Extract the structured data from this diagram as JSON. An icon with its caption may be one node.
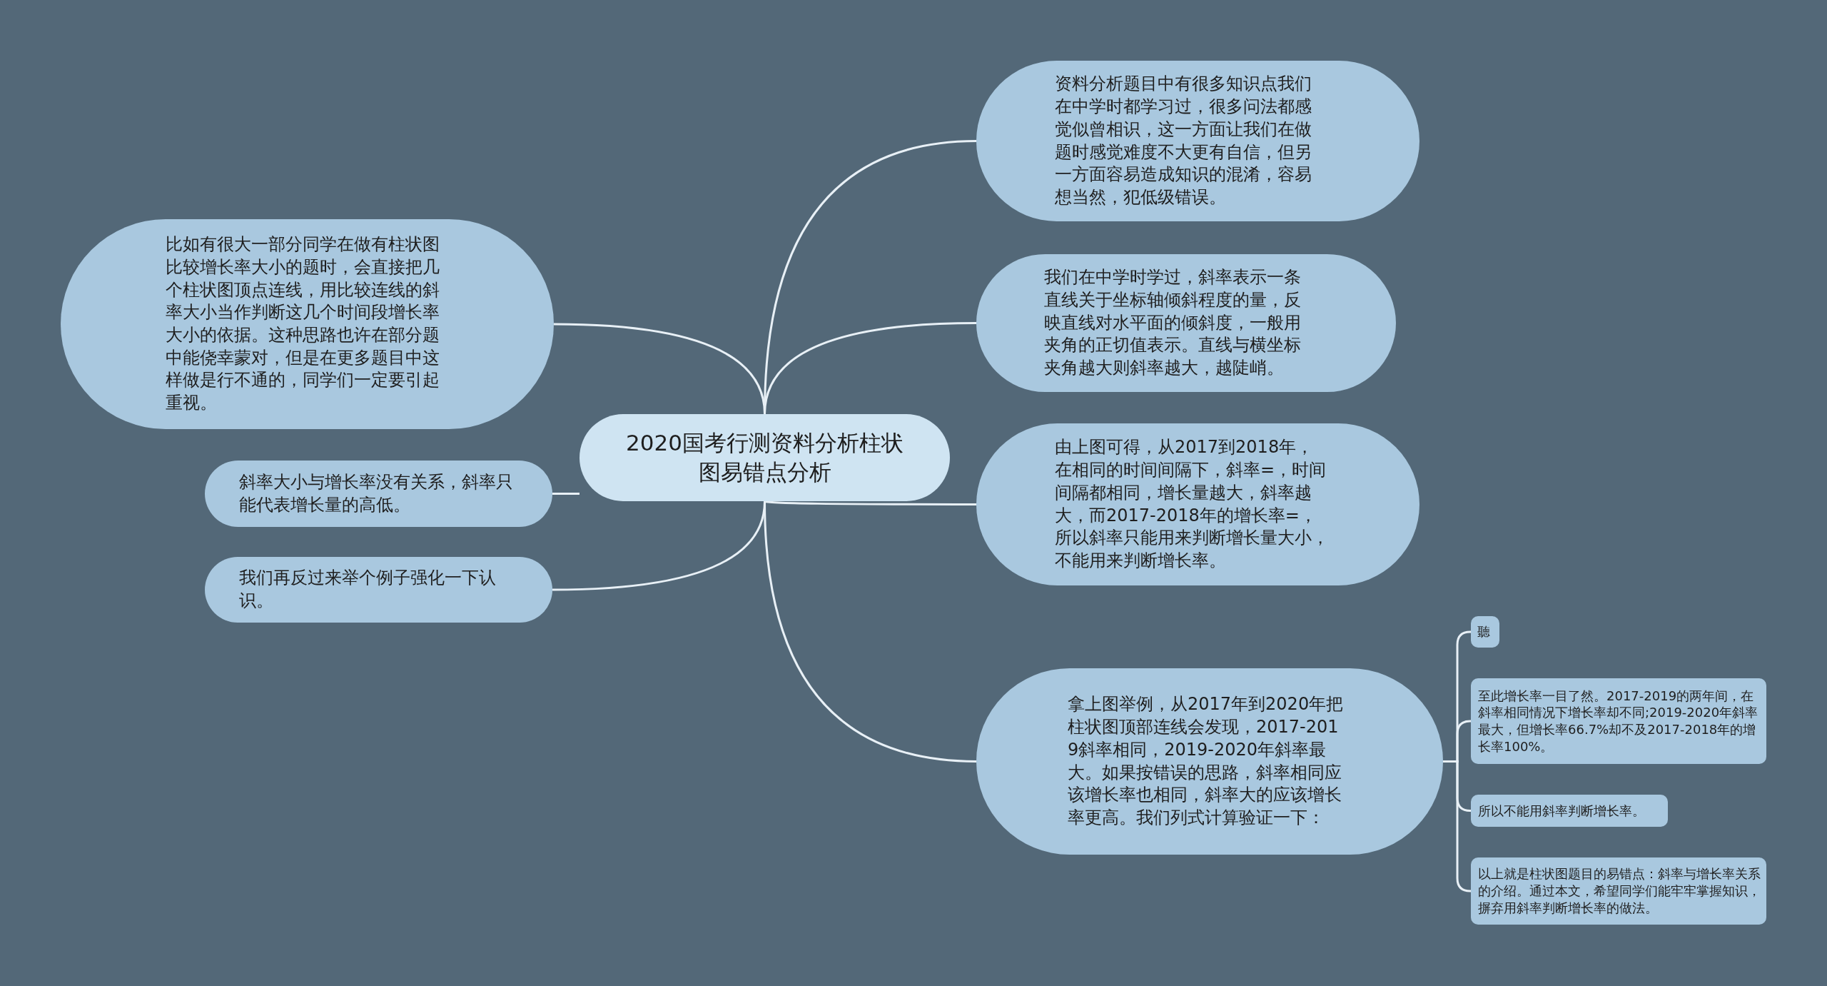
{
  "diagram": {
    "nodes": [
      {
        "text": [
          "2020国考行测资料分析柱状图易错点分析"
        ]
      },
      {
        "text": [
          "资料分析题目中有很多知识点我们在中学时都学习过，很多问法都感觉似曾相识，这一方面让我们在做题时感觉难度不大更有自信，但另一方面容易造成知识的混淆，容易想当然，犯低级错误。"
        ]
      },
      {
        "text": [
          "我们在中学时学过，斜率表示一条直线关于坐标轴倾斜程度的量，反映直线对水平面的倾斜度，一般用夹角的正切值表示。直线与横坐标夹角越大则斜率越大，越陡峭。"
        ]
      },
      {
        "text": [
          "由上图可得，从2017到2018年，在相同的时间间隔下，斜率=，时间间隔都相同，增长量越大，斜率越大，而2017-2018年的增长率=，所以斜率只能用来判断增长量大小，不能用来判断增长率。"
        ]
      },
      {
        "text": [
          "拿上图举例，从2017年到2020年把柱状图顶部连线会发现，2017-2019斜率相同，2019-2020年斜率最大。如果按错误的思路，斜率相同应该增长率也相同，斜率大的应该增长率更高。我们列式计算验证一下："
        ]
      },
      {
        "text": [
          "聽"
        ]
      },
      {
        "text": [
          "至此增长率一目了然。2017-2019的两年间，在斜率相同情况下增长率却不同;2019-2020年斜率最大，但增长率66.7%却不及2017-2018年的增长率100%。"
        ]
      },
      {
        "text": [
          "所以不能用斜率判断增长率。"
        ]
      },
      {
        "text": [
          "以上就是柱状图题目的易错点：斜率与增长率关系的介绍。通过本文，希望同学们能牢牢掌握知识，摒弃用斜率判断增长率的做法。"
        ]
      },
      {
        "text": [
          "比如有很大一部分同学在做有柱状图比较增长率大小的题时，会直接把几个柱状图顶点连线，用比较连线的斜率大小当作判断这几个时间段增长率大小的依据。这种思路也许在部分题中能侥幸蒙对，但是在更多题目中这样做是行不通的，同学们一定要引起重视。"
        ]
      },
      {
        "text": [
          "斜率大小与增长率没有关系，斜率只能代表增长量的高低。"
        ]
      },
      {
        "text": [
          "我们再反过来举个例子强化一下认识。"
        ]
      }
    ],
    "edges": [
      {
        "from": 0,
        "to": 1,
        "arrow": "none"
      },
      {
        "from": 0,
        "to": 2,
        "arrow": "none"
      },
      {
        "from": 0,
        "to": 3,
        "arrow": "none"
      },
      {
        "from": 0,
        "to": 4,
        "arrow": "none"
      },
      {
        "from": 4,
        "to": 5,
        "arrow": "none"
      },
      {
        "from": 4,
        "to": 6,
        "arrow": "none"
      },
      {
        "from": 4,
        "to": 7,
        "arrow": "none"
      },
      {
        "from": 4,
        "to": 8,
        "arrow": "none"
      },
      {
        "from": 0,
        "to": 9,
        "arrow": "none"
      },
      {
        "from": 0,
        "to": 10,
        "arrow": "none"
      },
      {
        "from": 0,
        "to": 11,
        "arrow": "none"
      }
    ]
  }
}
